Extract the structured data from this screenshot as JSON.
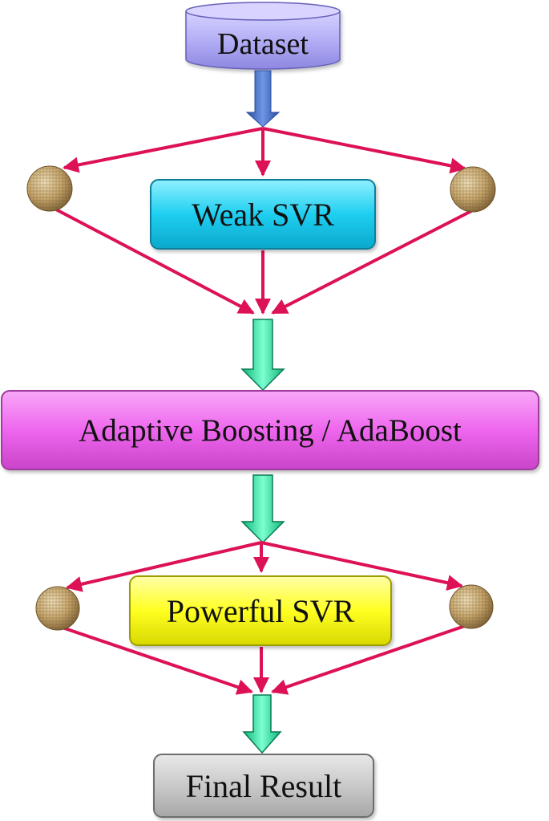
{
  "nodes": {
    "dataset": "Dataset",
    "weak_svr": "Weak SVR",
    "adaboost": "Adaptive Boosting / AdaBoost",
    "powerful_svr": "Powerful SVR",
    "final_result": "Final Result"
  },
  "colors": {
    "dataset_fill": "#b3aef5",
    "weak_svr_fill": "#1fcff0",
    "adaboost_fill": "#ee66ee",
    "powerful_svr_fill": "#ffff22",
    "final_result_fill": "#c9c9c9",
    "red_arrow": "#dd1155",
    "blue_arrow": "#3d66c2",
    "green_arrow": "#1ee8a0",
    "ball": "#cdb07a"
  },
  "icons": {
    "ball": "textured-sphere-icon"
  }
}
